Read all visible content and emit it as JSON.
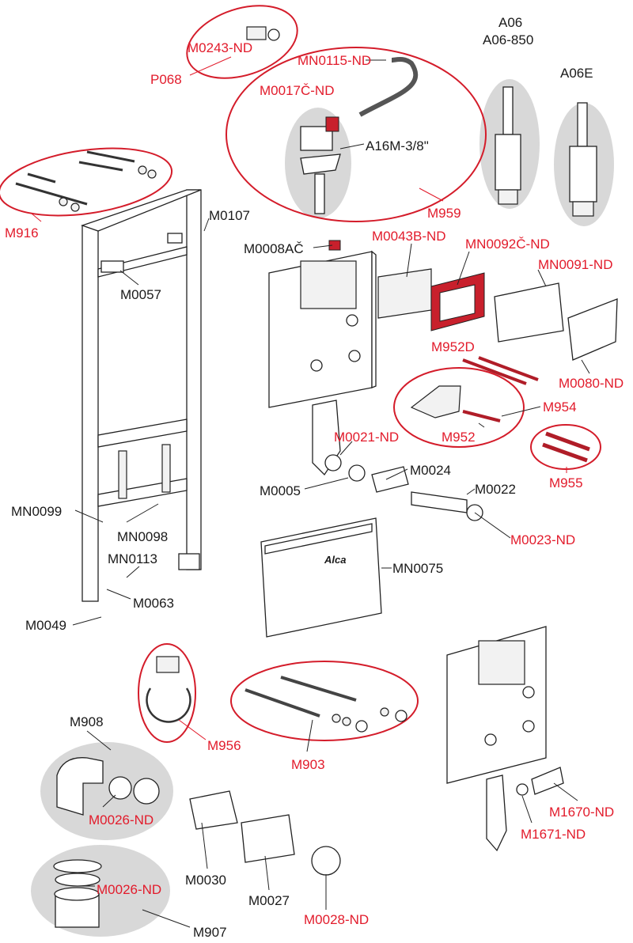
{
  "colors": {
    "accent_red": "#e21b2b",
    "label_black": "#1a1a1a",
    "highlight_gray": "#d8d8d8"
  },
  "labels": {
    "M0243_ND": "M0243-ND",
    "P068": "P068",
    "MN0115_ND": "MN0115-ND",
    "M0017C_ND": "M0017Č-ND",
    "A16M": "A16M-3/8\"",
    "M959": "M959",
    "A06": "A06",
    "A06_850": "A06-850",
    "A06E": "A06E",
    "M916": "M916",
    "M0107": "M0107",
    "M0057": "M0057",
    "M0008AC": "M0008AČ",
    "M0043B_ND": "M0043B-ND",
    "MN0092C_ND": "MN0092Č-ND",
    "MN0091_ND": "MN0091-ND",
    "M952D": "M952D",
    "M0080_ND": "M0080-ND",
    "M954": "M954",
    "M952": "M952",
    "M955": "M955",
    "M0021_ND": "M0021-ND",
    "M0024": "M0024",
    "M0005": "M0005",
    "M0022": "M0022",
    "M0023_ND": "M0023-ND",
    "MN0099": "MN0099",
    "MN0098": "MN0098",
    "MN0113": "MN0113",
    "M0063": "M0063",
    "M0049": "M0049",
    "MN0075": "MN0075",
    "alca_logo": "Alca",
    "M956": "M956",
    "M903": "M903",
    "M908": "M908",
    "M0026_ND_a": "M0026-ND",
    "M0026_ND_b": "M0026-ND",
    "M907": "M907",
    "M0030": "M0030",
    "M0027": "M0027",
    "M0028_ND": "M0028-ND",
    "M1670_ND": "M1670-ND",
    "M1671_ND": "M1671-ND"
  }
}
